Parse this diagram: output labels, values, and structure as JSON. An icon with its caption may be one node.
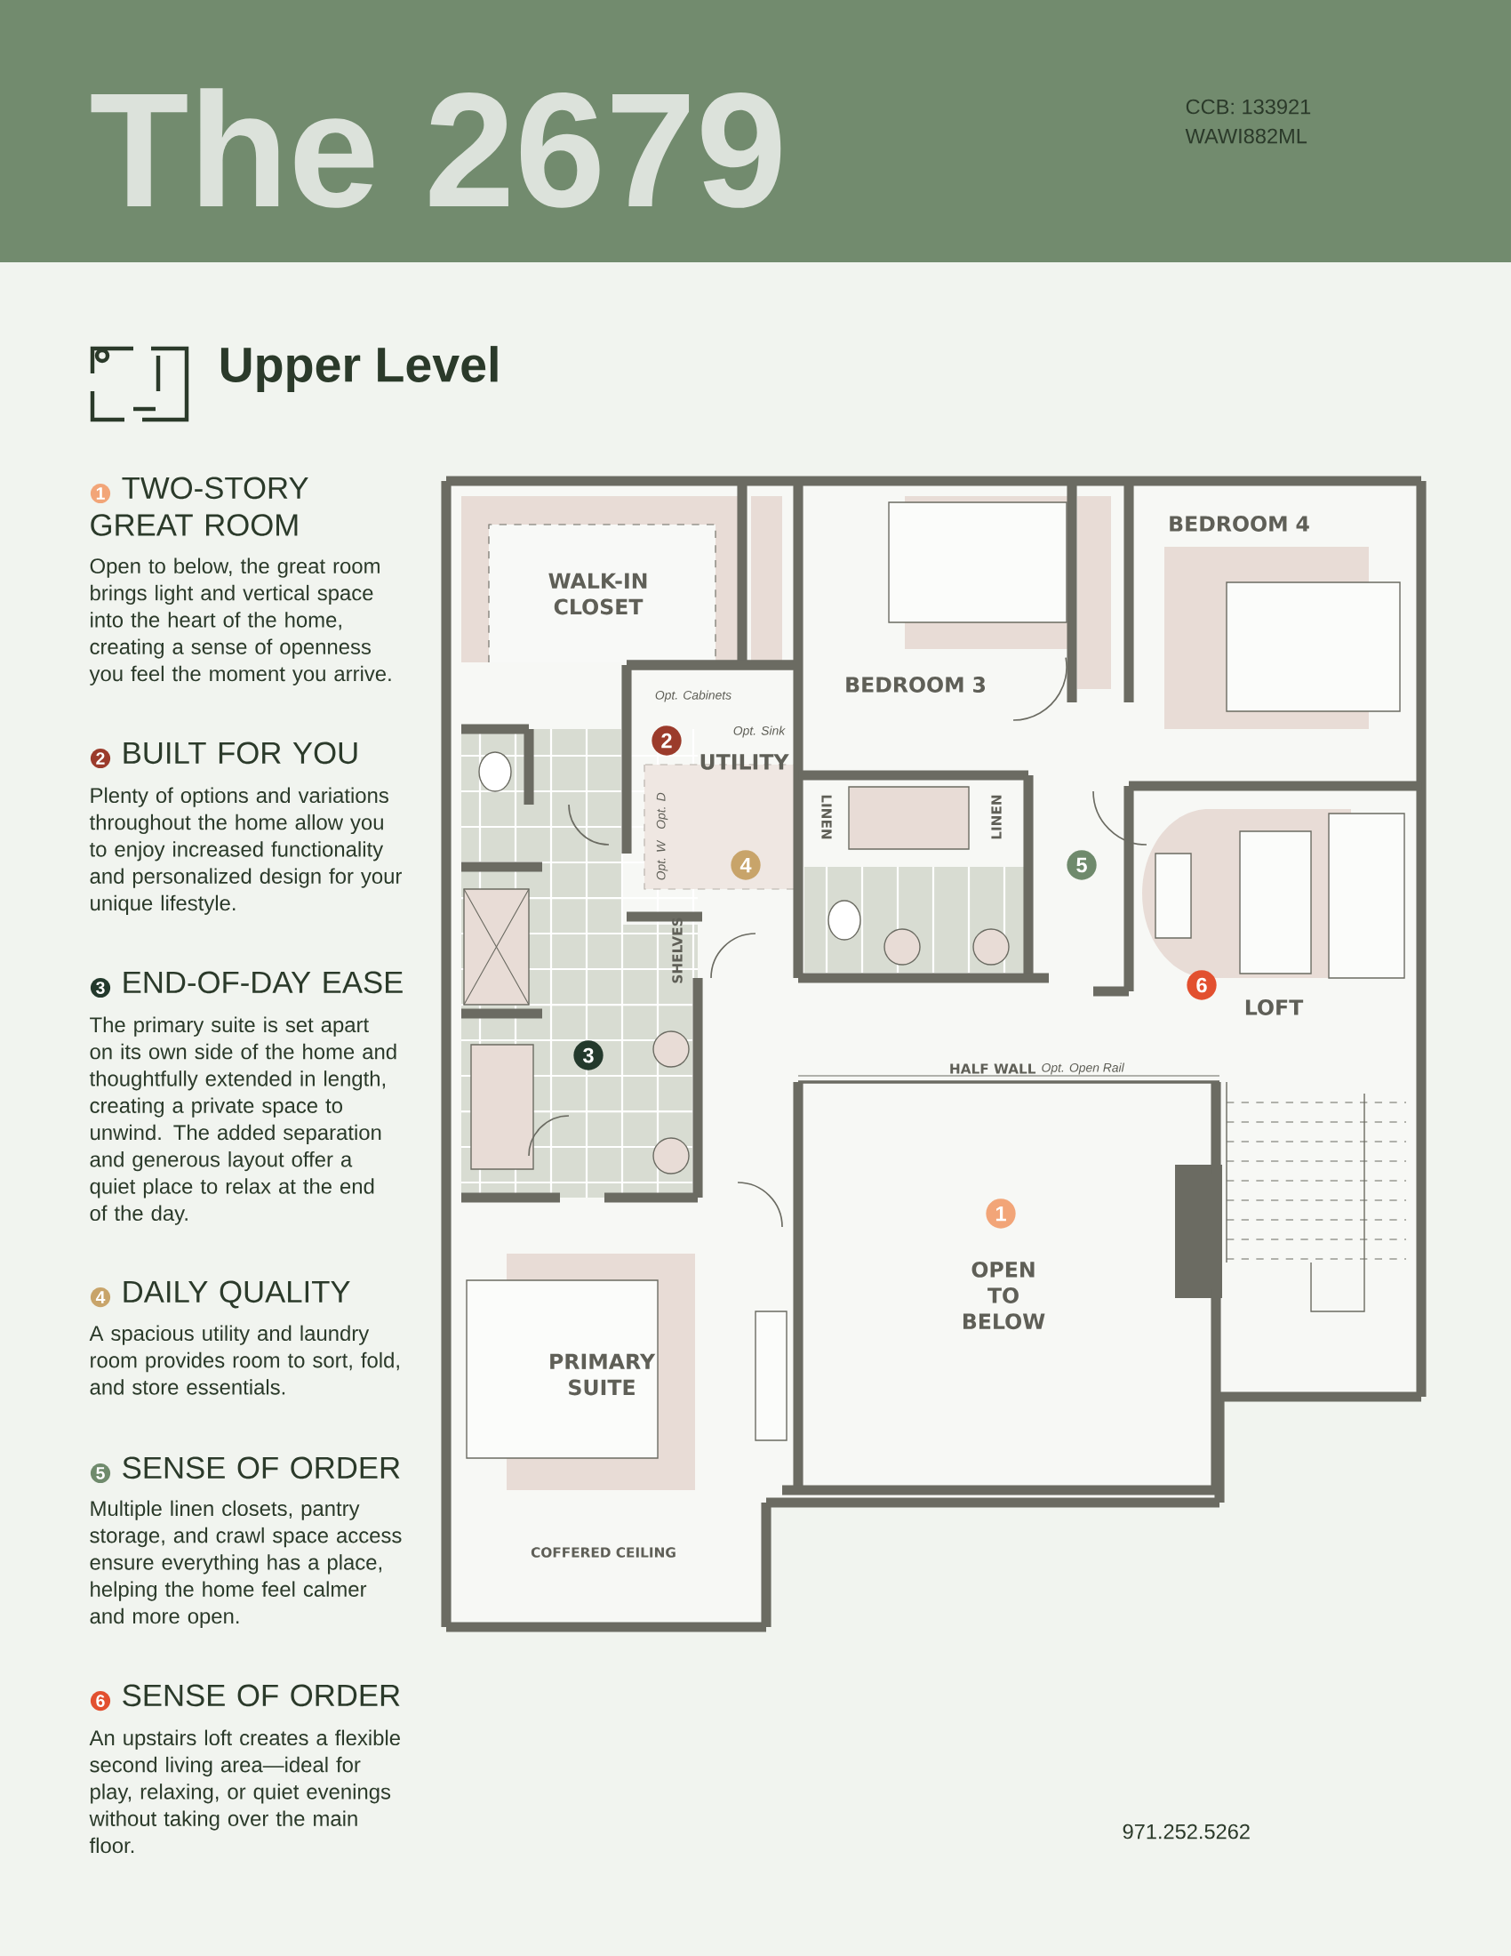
{
  "diagram": {
    "title": "The 2679",
    "labels": [
      "CCB: 133921",
      "WAWI882ML",
      "Upper Level",
      "1",
      "TWO-STORY GREAT ROOM",
      "Open to below, the great room brings light and vertical space into the heart of the home, creating a sense of openness you feel the moment you arrive.",
      "2",
      "BUILT FOR YOU",
      "Plenty of options and variations throughout the home allow you to enjoy increased functionality and personalized design for your unique lifestyle.",
      "3",
      "END-OF-DAY EASE",
      "The primary suite is set apart on its own side of the home and thoughtfully extended in length, creating a private space to unwind. The added separation and generous layout offer a quiet place to relax at the end of the day.",
      "4",
      "DAILY QUALITY",
      "A spacious utility and laundry room provides room to sort, fold, and store essentials.",
      "5",
      "SENSE OF ORDER",
      "Multiple linen closets, pantry storage, and crawl space access ensure everything has a place, helping the home feel calmer and more open.",
      "6",
      "SENSE OF ORDER",
      "An upstairs loft creates a flexible second living area—ideal for play, relaxing, or quiet evenings without taking over the main floor.",
      "WALK-IN CLOSET",
      "BEDROOM 4",
      "BEDROOM 3",
      "Opt. Cabinets",
      "Opt. Sink",
      "2",
      "UTILITY",
      "Opt. D",
      "LINEN",
      "LINEN",
      "Opt. W",
      "4",
      "5",
      "SHELVES",
      "6",
      "LOFT",
      "3",
      "HALF WALL",
      "Opt. Open Rail",
      "1",
      "OPEN TO BELOW",
      "PRIMARY SUITE",
      "COFFERED CEILING",
      "971.252.5262"
    ]
  }
}
